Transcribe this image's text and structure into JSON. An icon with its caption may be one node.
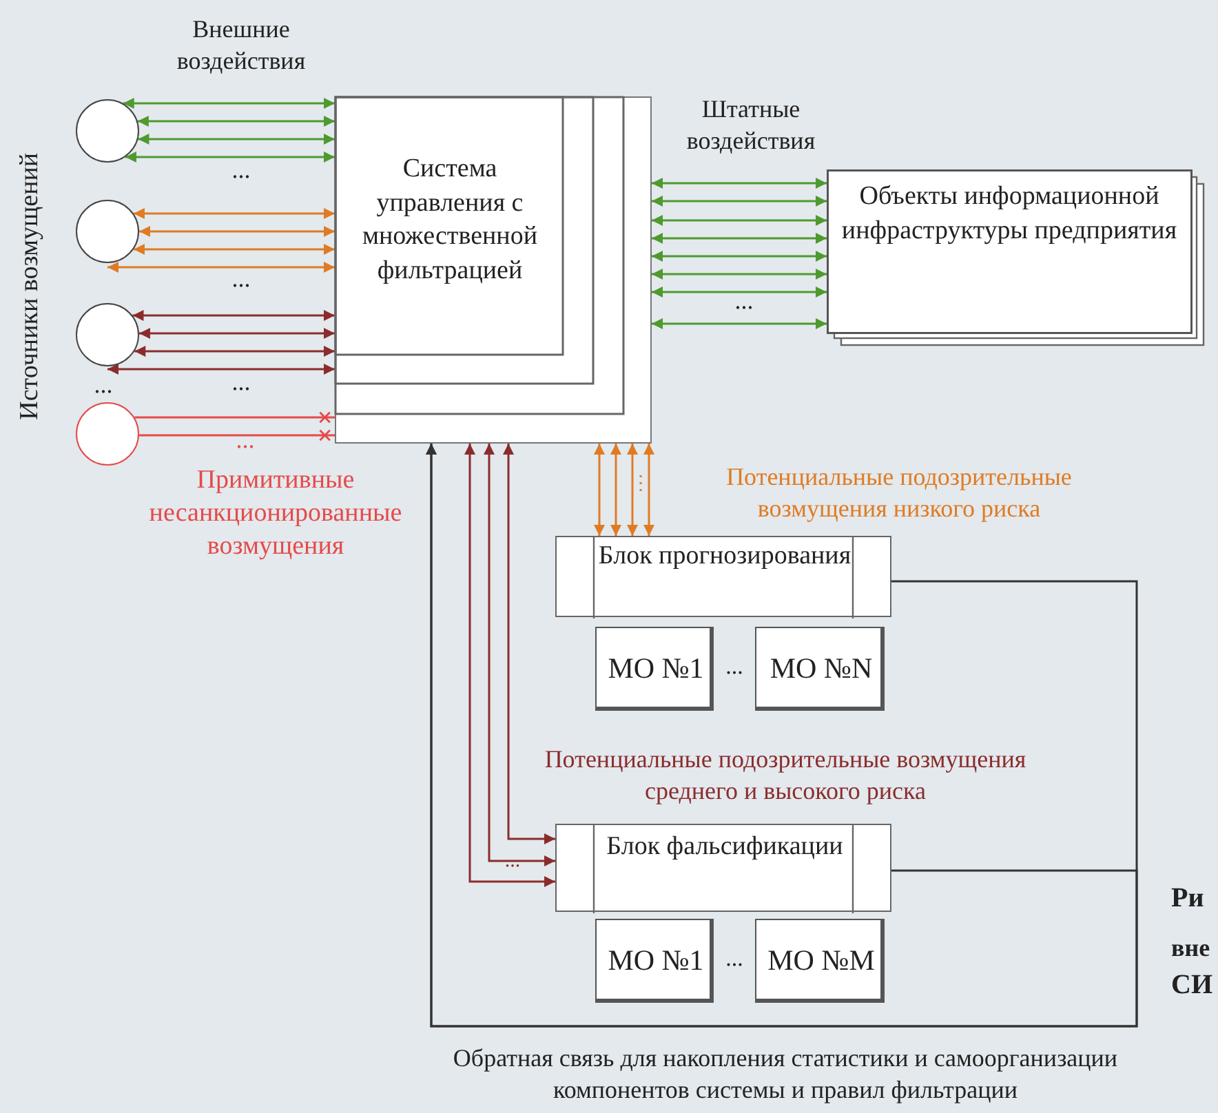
{
  "diagram": {
    "nodes": [
      {
        "text": [],
        "shape": "circle"
      },
      {
        "text": [],
        "shape": "circle"
      },
      {
        "text": [],
        "shape": "circle"
      },
      {
        "text": [],
        "shape": "circle"
      },
      {
        "text": [
          "Система управления с множественной фильтрацией"
        ]
      },
      {
        "text": [
          "Объекты информационной инфраструктуры предприятия"
        ]
      },
      {
        "text": [
          "Блок прогнозирования"
        ]
      },
      {
        "text": [
          "МО №1"
        ]
      },
      {
        "text": [
          "МО №N"
        ]
      },
      {
        "text": [
          "Блок фальсификации"
        ]
      },
      {
        "text": [
          "МО №1"
        ]
      },
      {
        "text": [
          "МО №M"
        ]
      }
    ],
    "edges": [
      {
        "from": 0,
        "to": 4,
        "arrow": "both"
      },
      {
        "from": 0,
        "to": 4,
        "arrow": "both"
      },
      {
        "from": 0,
        "to": 4,
        "arrow": "both"
      },
      {
        "from": 0,
        "to": 4,
        "arrow": "both"
      },
      {
        "from": 1,
        "to": 4,
        "arrow": "both",
        "color": "#e07b24"
      },
      {
        "from": 1,
        "to": 4,
        "arrow": "both",
        "color": "#e07b24"
      },
      {
        "from": 1,
        "to": 4,
        "arrow": "both",
        "color": "#e07b24"
      },
      {
        "from": 1,
        "to": 4,
        "arrow": "both",
        "color": "#e07b24"
      },
      {
        "from": 2,
        "to": 4,
        "arrow": "both",
        "color": "#8b2c2c"
      },
      {
        "from": 2,
        "to": 4,
        "arrow": "both",
        "color": "#8b2c2c"
      },
      {
        "from": 2,
        "to": 4,
        "arrow": "both",
        "color": "#8b2c2c"
      },
      {
        "from": 2,
        "to": 4,
        "arrow": "both",
        "color": "#8b2c2c"
      },
      {
        "from": 3,
        "to": 4,
        "arrow": "other",
        "color": "#e64a4a"
      },
      {
        "from": 3,
        "to": 4,
        "arrow": "other",
        "color": "#e64a4a"
      },
      {
        "from": 4,
        "to": 5,
        "arrow": "both"
      },
      {
        "from": 4,
        "to": 5,
        "arrow": "both"
      },
      {
        "from": 4,
        "to": 5,
        "arrow": "both"
      },
      {
        "from": 4,
        "to": 5,
        "arrow": "both"
      },
      {
        "from": 4,
        "to": 5,
        "arrow": "both"
      },
      {
        "from": 4,
        "to": 5,
        "arrow": "both"
      },
      {
        "from": 4,
        "to": 5,
        "arrow": "both"
      },
      {
        "from": 4,
        "to": 5,
        "arrow": "both"
      },
      {
        "from": 4,
        "to": 6,
        "arrow": "both",
        "color": "#e07b24"
      },
      {
        "from": 4,
        "to": 6,
        "arrow": "both",
        "color": "#e07b24"
      },
      {
        "from": 4,
        "to": 6,
        "arrow": "both",
        "color": "#e07b24"
      },
      {
        "from": 4,
        "to": 6,
        "arrow": "both",
        "color": "#e07b24"
      },
      {
        "from": 4,
        "to": 9,
        "arrow": "both",
        "color": "#8b2c2c"
      },
      {
        "from": 4,
        "to": 9,
        "arrow": "both",
        "color": "#8b2c2c"
      },
      {
        "from": 4,
        "to": 9,
        "arrow": "both",
        "color": "#8b2c2c"
      },
      {
        "from": 6,
        "to": 4,
        "arrow": "to",
        "color": "#333333"
      },
      {
        "from": 9,
        "to": 4,
        "arrow": "to",
        "color": "#333333"
      }
    ],
    "labels": [
      "Внешние воздействия",
      "Источники возмущений",
      "...",
      "Штатные воздействия",
      "...",
      "...",
      "...",
      "...",
      "...",
      "Примитивные несанкционированные возмущения",
      "⋮",
      "Потенциальные подозрительные возмущения низкого риска",
      "...",
      "Потенциальные подозрительные возмущения среднего и высокого риска",
      "...",
      "Ри",
      "вне",
      "СИ",
      "...",
      "Обратная связь для накопления статистики и самоорганизации компонентов системы и правил фильтрации"
    ]
  }
}
